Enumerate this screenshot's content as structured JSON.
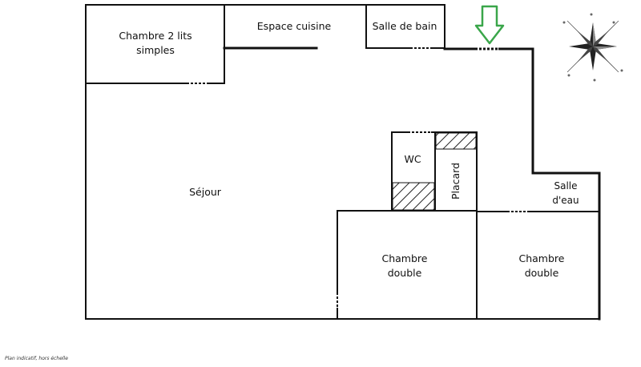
{
  "rooms": {
    "chambre_2_lits": {
      "line1": "Chambre 2 lits",
      "line2": "simples"
    },
    "espace_cuisine": {
      "label": "Espace cuisine"
    },
    "salle_de_bain": {
      "label": "Salle de bain"
    },
    "sejour": {
      "label": "Séjour"
    },
    "wc": {
      "label": "WC"
    },
    "placard": {
      "label": "Placard"
    },
    "salle_eau": {
      "line1": "Salle",
      "line2": "d'eau"
    },
    "chambre_double_1": {
      "line1": "Chambre",
      "line2": "double"
    },
    "chambre_double_2": {
      "line1": "Chambre",
      "line2": "double"
    }
  },
  "entrance_arrow": {
    "color": "#3aa64a",
    "icon": "arrow-down-icon"
  },
  "compass": {
    "icon": "compass-rose-icon"
  },
  "footnote": "Plan indicatif, hors échelle"
}
